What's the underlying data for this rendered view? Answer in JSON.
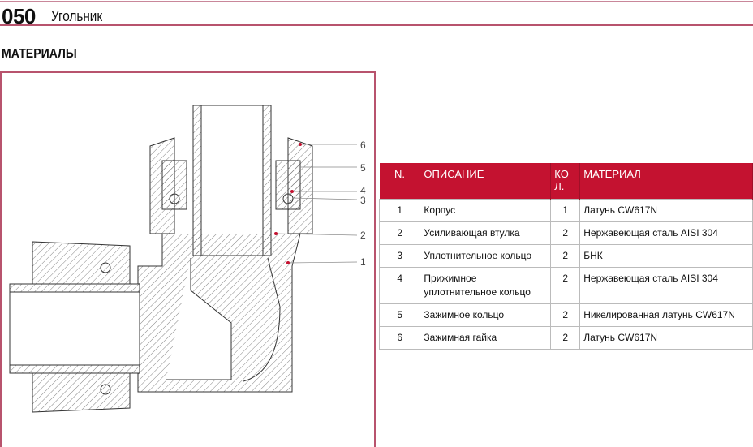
{
  "header": {
    "code": "050",
    "title": "Угольник"
  },
  "section_title": "МАТЕРИАЛЫ",
  "callouts": [
    "6",
    "5",
    "4",
    "3",
    "2",
    "1"
  ],
  "colors": {
    "accent": "#c41230",
    "rule": "#b8536d"
  },
  "table": {
    "headers": [
      "N.",
      "ОПИСАНИЕ",
      "КО Л.",
      "МАТЕРИАЛ"
    ],
    "rows": [
      {
        "n": "1",
        "desc": "Корпус",
        "qty": "1",
        "material": "Латунь CW617N"
      },
      {
        "n": "2",
        "desc": "Усиливающая втулка",
        "qty": "2",
        "material": "Нержавеющая сталь AISI 304"
      },
      {
        "n": "3",
        "desc": "Уплотнительное кольцо",
        "qty": "2",
        "material": "БНК"
      },
      {
        "n": "4",
        "desc": "Прижимное уплотнительное кольцо",
        "qty": "2",
        "material": "Нержавеющая сталь AISI 304"
      },
      {
        "n": "5",
        "desc": "Зажимное кольцо",
        "qty": "2",
        "material": "Никелированная латунь CW617N"
      },
      {
        "n": "6",
        "desc": "Зажимная гайка",
        "qty": "2",
        "material": "Латунь CW617N"
      }
    ]
  }
}
